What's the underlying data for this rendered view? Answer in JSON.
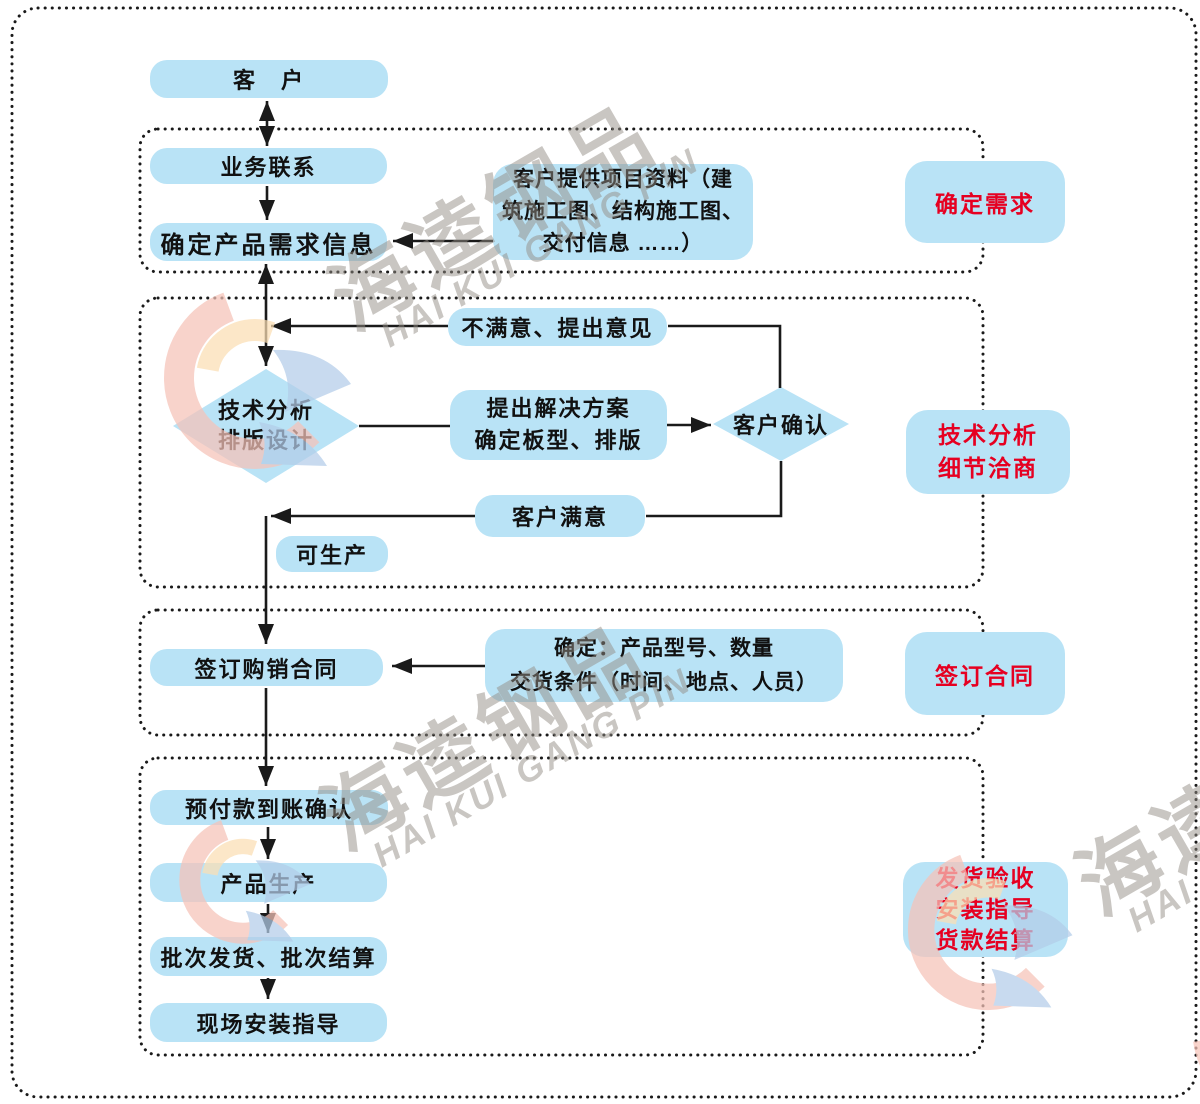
{
  "palette": {
    "box_blue": "#b9e3f6",
    "red": "#e60021",
    "line": "#1a1a1a"
  },
  "nodes": {
    "customer": "客　户",
    "contact": "业务联系",
    "need": "确定产品需求信息",
    "materials": [
      "客户提供项目资料（建",
      "筑施工图、结构施工图、",
      "交付信息 ……）"
    ],
    "label1": "确定需求",
    "dissatisfied": "不满意、提出意见",
    "analysis": [
      "技术分析",
      "排版设计"
    ],
    "solution": [
      "提出解决方案",
      "确定板型、排版"
    ],
    "confirm": "客户确认",
    "satisfied": "客户满意",
    "producible": "可生产",
    "label2": [
      "技术分析",
      "细节洽商"
    ],
    "sign": "签订购销合同",
    "terms": [
      "确定：产品型号、数量",
      "交货条件（时间、地点、人员）"
    ],
    "label3": "签订合同",
    "prepay": "预付款到账确认",
    "produce": "产品生产",
    "batch": "批次发货、批次结算",
    "install": "现场安装指导",
    "label4": [
      "发货验收",
      "安装指导",
      "货款结算"
    ]
  },
  "watermark": {
    "cn": "海逵钢品",
    "en": "HAI KUI GANG PIN"
  }
}
